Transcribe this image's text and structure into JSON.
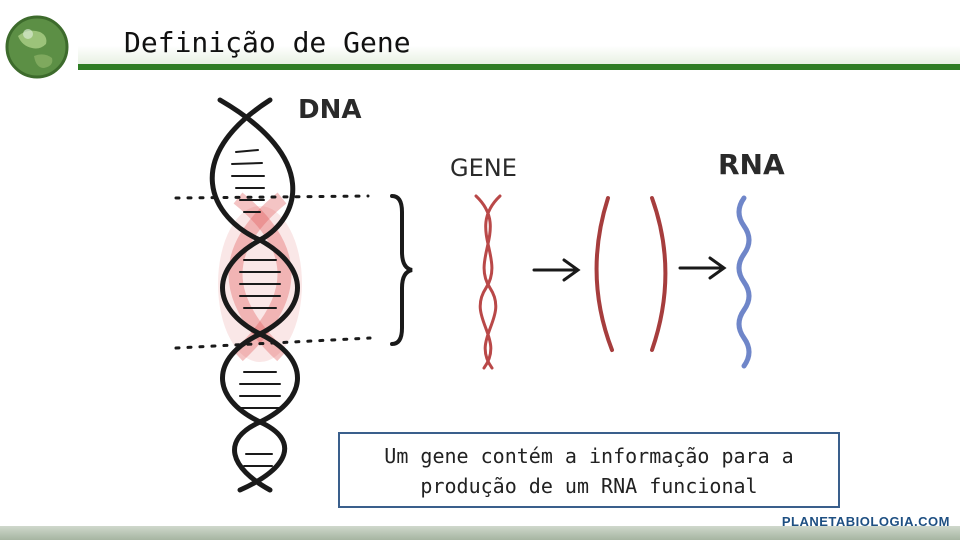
{
  "slide": {
    "title": "Definição de Gene",
    "caption_line1": "Um gene contém a informação para a",
    "caption_line2": "produção de um RNA funcional",
    "brand": "PLANETABIOLOGIA.COM"
  },
  "diagram": {
    "label_dna": "DNA",
    "label_gene": "GENE",
    "label_rna": "RNA"
  },
  "colors": {
    "header_green": "#2e7d24",
    "highlight_red": "#d23a3a",
    "rna_blue": "#6f86c9",
    "caption_border": "#3a5f8c"
  }
}
